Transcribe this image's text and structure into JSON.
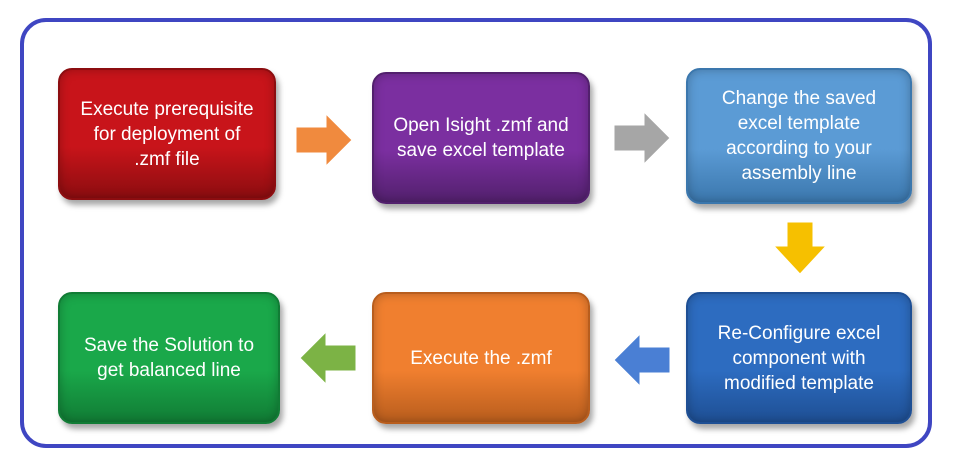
{
  "steps": [
    {
      "text": "Execute prerequisite\nfor deployment of\n.zmf file",
      "color": "#c8141a",
      "border": "#8c0d10"
    },
    {
      "text": "Open Isight .zmf and\nsave excel template",
      "color": "#7b2fa0",
      "border": "#52206d"
    },
    {
      "text": "Change the saved\nexcel template\naccording to your\nassembly line",
      "color": "#5b9bd5",
      "border": "#3b77ad"
    },
    {
      "text": "Re-Configure excel\ncomponent with\nmodified template",
      "color": "#2d6cc0",
      "border": "#1e4f94"
    },
    {
      "text": "Execute the .zmf",
      "color": "#f07f2f",
      "border": "#b85d1d"
    },
    {
      "text": "Save the Solution to\nget balanced line",
      "color": "#1aa84a",
      "border": "#117c35"
    }
  ],
  "arrows": [
    {
      "direction": "right",
      "color": "#f08a3e"
    },
    {
      "direction": "right",
      "color": "#a6a6a6"
    },
    {
      "direction": "down",
      "color": "#f6c000"
    },
    {
      "direction": "left",
      "color": "#4a7fd4"
    },
    {
      "direction": "left",
      "color": "#7cb345"
    }
  ],
  "frame_color": "#3f46c2"
}
